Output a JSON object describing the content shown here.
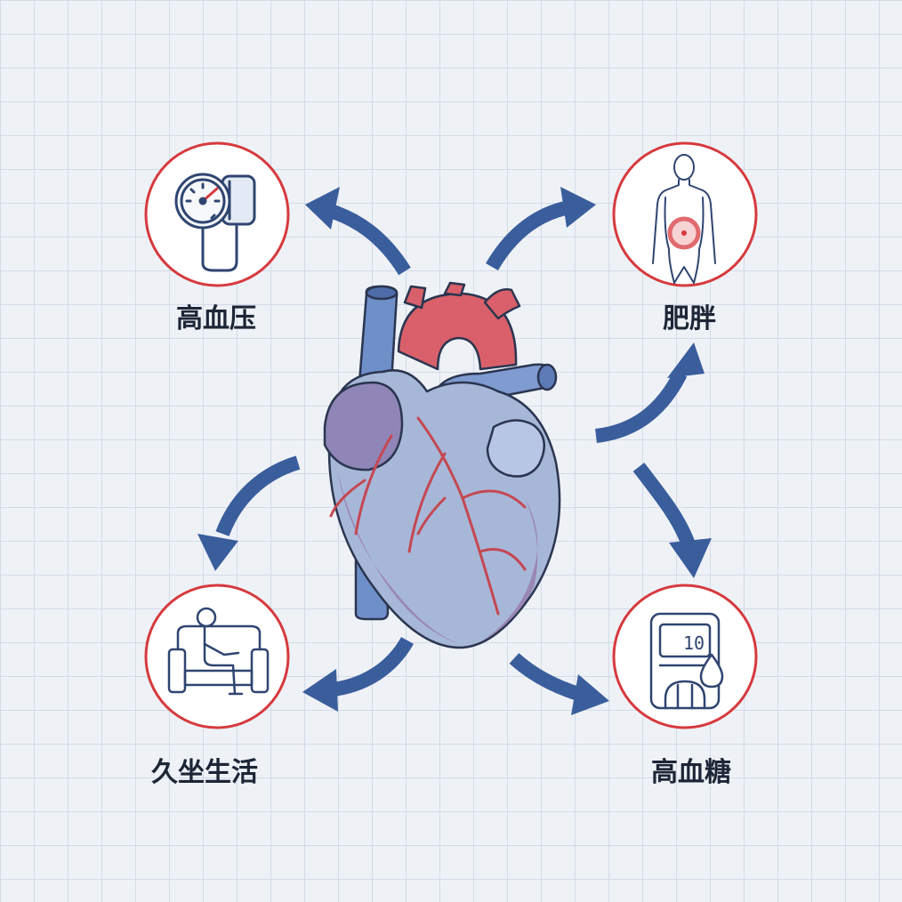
{
  "colors": {
    "ring": "#d63a3e",
    "arrow": "#3a5d9c",
    "icon": "#2f4570",
    "background": "#eef2f7",
    "grid": "#d3dbe7",
    "heart_body": "#a7b7d8",
    "artery": "#d9606a",
    "vein": "#6f8fc9",
    "label": "#1d2636"
  },
  "center": {
    "icon": "anatomical-heart-icon"
  },
  "risk_factors": [
    {
      "id": "hypertension",
      "label": "高血压",
      "icon": "blood-pressure-gauge-icon"
    },
    {
      "id": "obesity",
      "label": "肥胖",
      "icon": "body-abdomen-icon"
    },
    {
      "id": "sedentary",
      "label": "久坐生活",
      "icon": "person-on-sofa-icon"
    },
    {
      "id": "hyperglycemia",
      "label": "高血糖",
      "icon": "glucose-meter-icon",
      "reading": "10"
    }
  ]
}
